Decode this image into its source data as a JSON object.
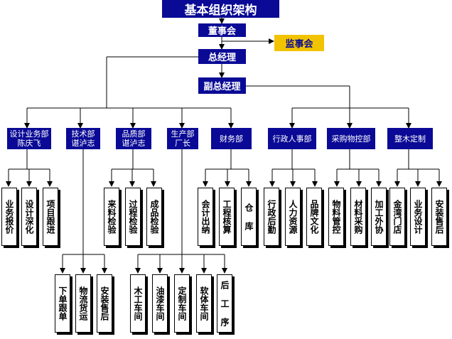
{
  "diagram": {
    "title": "基本组织架构",
    "board": "董事会",
    "supervisory": "监事会",
    "gm": "总经理",
    "deputy_gm": "副总经理",
    "departments": [
      {
        "name": "设计业务部",
        "head": "陈庆飞"
      },
      {
        "name": "技术部",
        "head": "谌泸志"
      },
      {
        "name": "品质部",
        "head": "谌泸志"
      },
      {
        "name": "生产部",
        "head": "厂长"
      },
      {
        "name": "财务部",
        "head": ""
      },
      {
        "name": "行政人事部",
        "head": ""
      },
      {
        "name": "采购物控部",
        "head": ""
      },
      {
        "name": "整木定制",
        "head": ""
      }
    ],
    "units_top": [
      "业务报价",
      "设计深化",
      "项目跟进",
      "来料检验",
      "过程检验",
      "成品检验",
      "会计出纳",
      "工程核算",
      "仓 库",
      "行政后勤",
      "人力资源",
      "品牌文化",
      "物料管控",
      "材料采购",
      "加工外协",
      "金湾门店",
      "业务设计",
      "安装售后"
    ],
    "units_tech": [
      "下单跟单",
      "物流货运",
      "安装售后"
    ],
    "units_prod": [
      "木工车间",
      "油漆车间",
      "定制车间",
      "软体车间",
      "后 工 序"
    ]
  }
}
